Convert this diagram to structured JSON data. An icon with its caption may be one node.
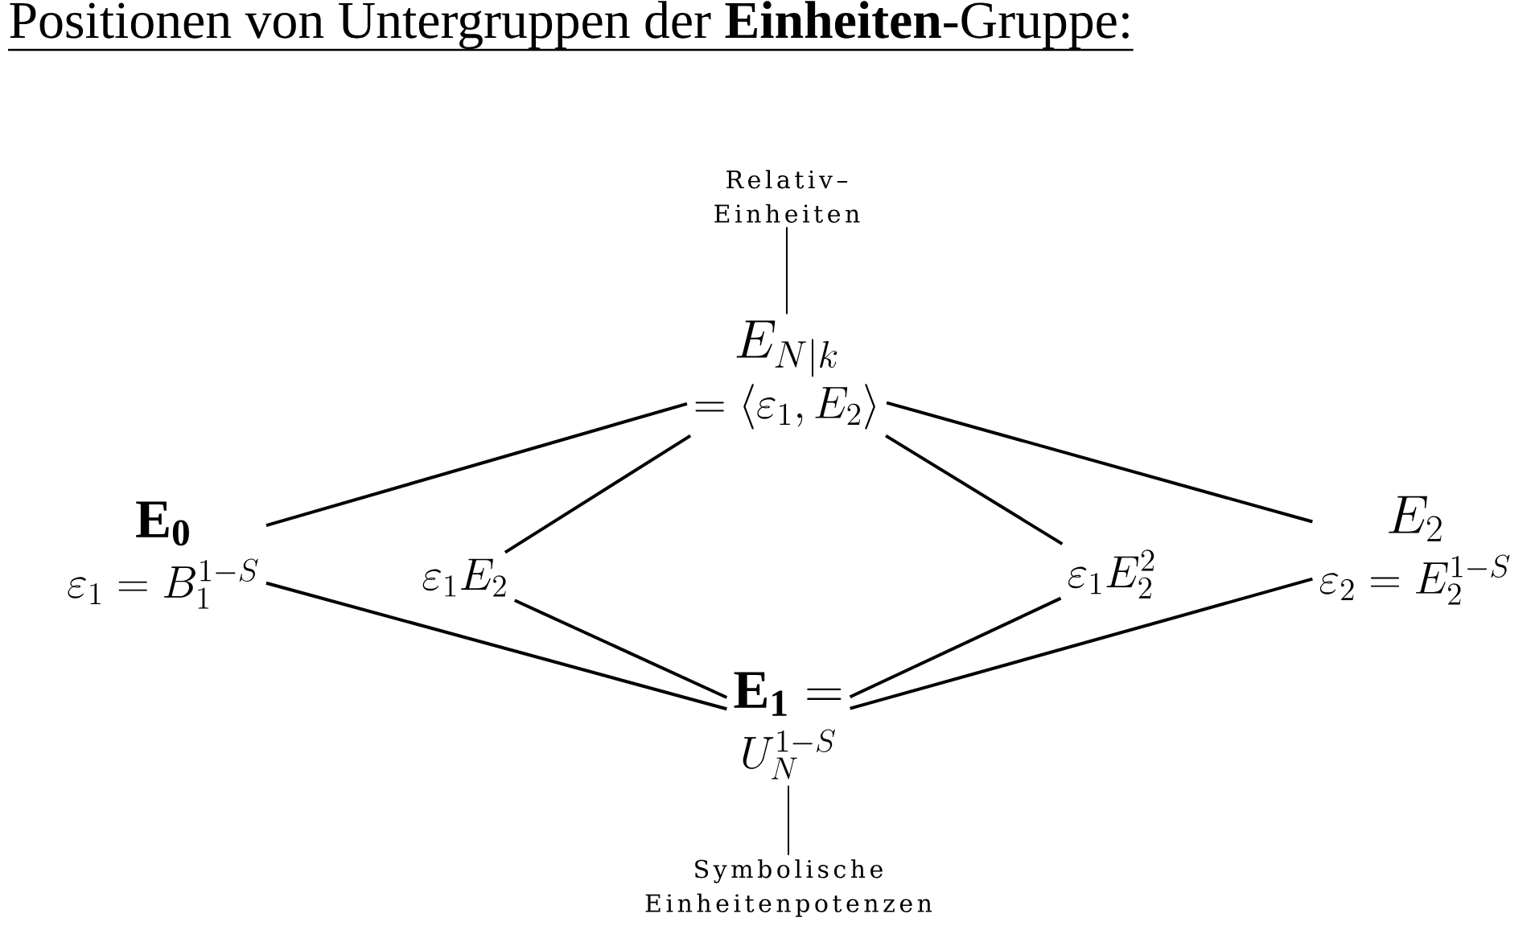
{
  "diagram": {
    "title": "Positionen von Untergruppen der **Einheiten**-Gruppe:",
    "nodes": [
      {
        "text": [
          "Relativ– Einheiten"
        ]
      },
      {
        "text": [
          "E_{N|k}",
          "= \\langle \\varepsilon_1, E_2 \\rangle"
        ]
      },
      {
        "text": [
          "\\mathbf{E_0}",
          "\\varepsilon_1 = B_1^{1-S}"
        ]
      },
      {
        "text": [
          "\\varepsilon_1 E_2"
        ]
      },
      {
        "text": [
          "\\varepsilon_1 E_2^2"
        ]
      },
      {
        "text": [
          "E_2",
          "\\varepsilon_2 = E_2^{1-S}"
        ]
      },
      {
        "text": [
          "\\mathbf{E_1} =",
          "U_N^{1-S}"
        ]
      },
      {
        "text": [
          "Symbolische Einheitenpotenzen"
        ]
      }
    ],
    "edges": [
      {
        "from": 0,
        "to": 1,
        "arrow": "none"
      },
      {
        "from": 1,
        "to": 2,
        "arrow": "none"
      },
      {
        "from": 1,
        "to": 3,
        "arrow": "none"
      },
      {
        "from": 1,
        "to": 4,
        "arrow": "none"
      },
      {
        "from": 1,
        "to": 5,
        "arrow": "none"
      },
      {
        "from": 2,
        "to": 6,
        "arrow": "none"
      },
      {
        "from": 3,
        "to": 6,
        "arrow": "none"
      },
      {
        "from": 4,
        "to": 6,
        "arrow": "none"
      },
      {
        "from": 5,
        "to": 6,
        "arrow": "none"
      },
      {
        "from": 7,
        "to": 6,
        "arrow": "none"
      }
    ]
  }
}
